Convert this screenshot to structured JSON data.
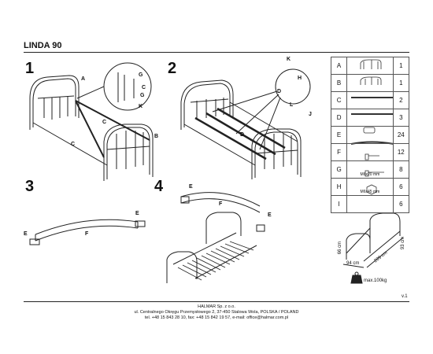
{
  "header": {
    "title": "LINDA 90"
  },
  "steps": [
    "1",
    "2",
    "3",
    "4"
  ],
  "callouts": {
    "s1": [
      "A",
      "G",
      "G",
      "C",
      "K",
      "C",
      "C",
      "B"
    ],
    "s2": [
      "K",
      "H",
      "D",
      "L",
      "D",
      "J"
    ],
    "s3": [
      "E",
      "F",
      "E"
    ],
    "s4": [
      "E",
      "F",
      "E"
    ]
  },
  "parts": [
    {
      "id": "A",
      "qty": "1"
    },
    {
      "id": "B",
      "qty": "1"
    },
    {
      "id": "C",
      "qty": "2"
    },
    {
      "id": "D",
      "qty": "3"
    },
    {
      "id": "E",
      "qty": "24"
    },
    {
      "id": "F",
      "qty": "12"
    },
    {
      "id": "G",
      "qty": "8",
      "sub": "M6x20 mm"
    },
    {
      "id": "H",
      "qty": "6",
      "sub": "M6x45 mm"
    },
    {
      "id": "I",
      "qty": "6"
    }
  ],
  "dimensions": {
    "height": "66 cm",
    "width": "94 cm",
    "length": "209 cm",
    "headboard": "93 cm"
  },
  "max_load": "max.100kg",
  "version": "v.1",
  "footer": {
    "company": "HALMAR Sp. z o.o.",
    "address": "ul. Centralnego Okręgu Przemysłowego 2, 37-450 Stalowa Wola, POLSKA / POLAND",
    "contact": "tel. +48 15 843 28 10, fax: +48 15 842 19 57, e-mail: office@halmar.com.pl"
  }
}
